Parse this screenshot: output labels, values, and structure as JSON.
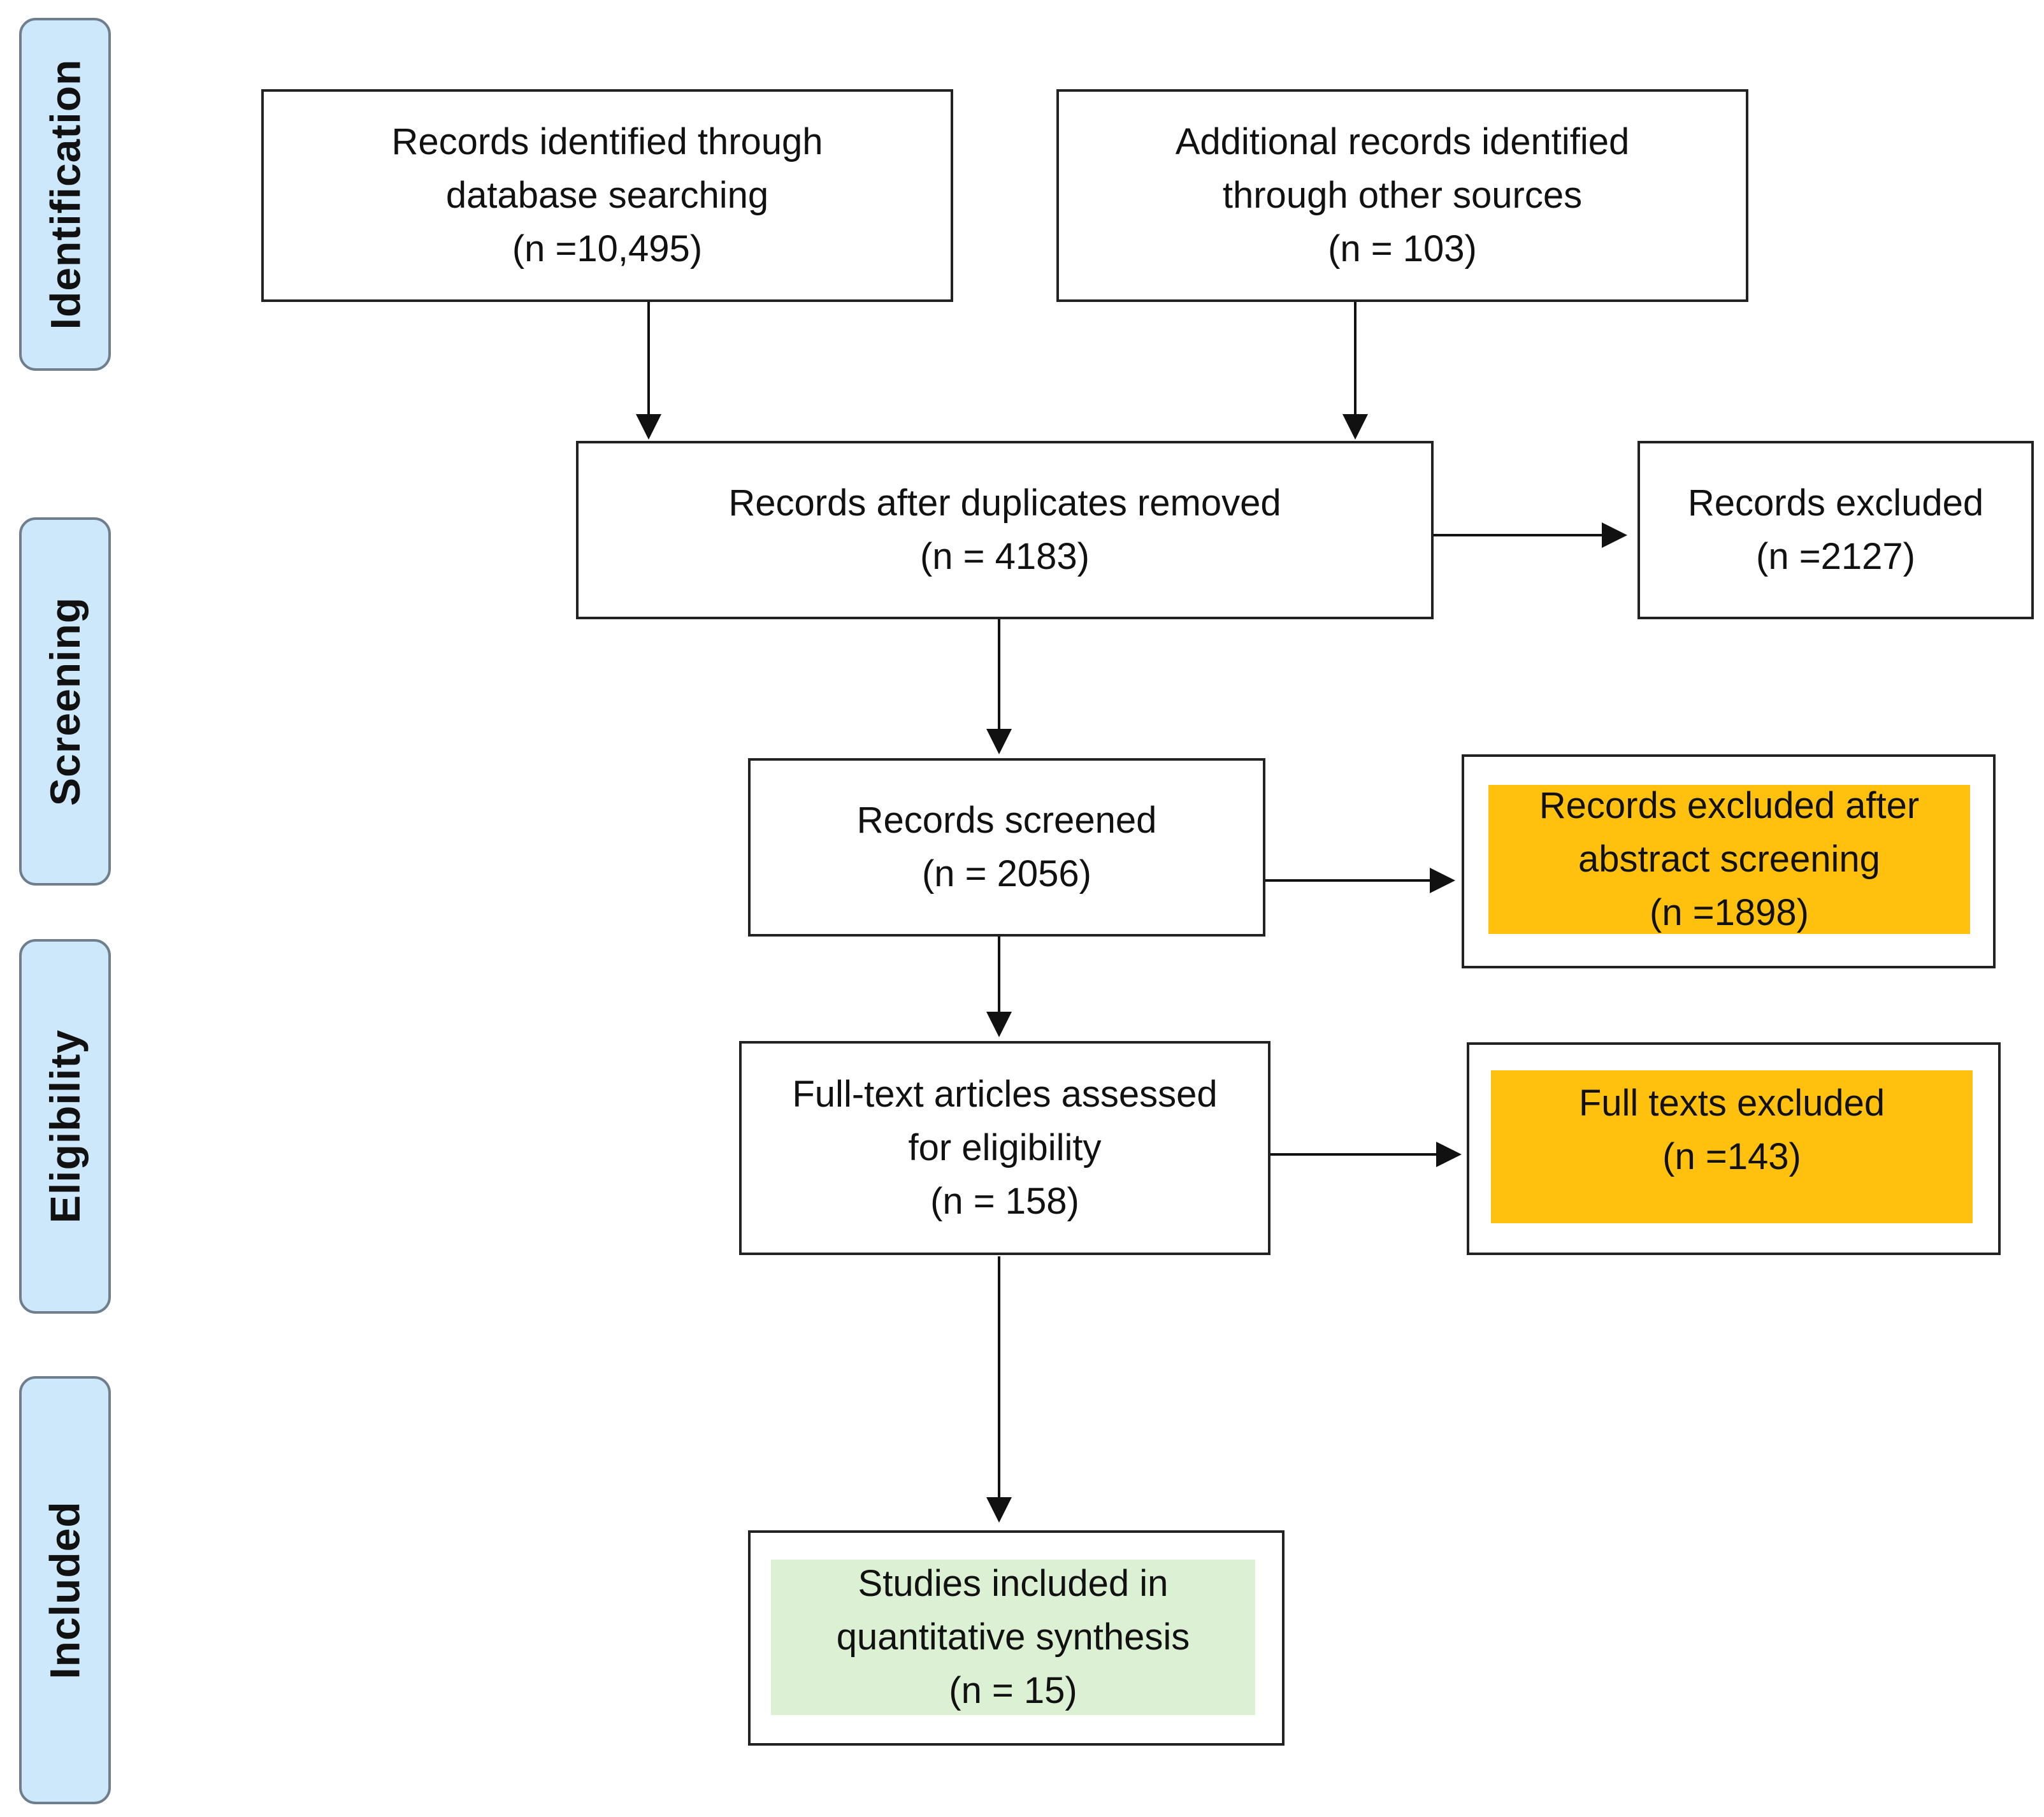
{
  "phases": {
    "identification": "Identification",
    "screening": "Screening",
    "eligibility": "Eligibility",
    "included": "Included"
  },
  "boxes": {
    "database": {
      "line1": "Records identified through",
      "line2": "database searching",
      "line3": "(n =10,495)"
    },
    "other_sources": {
      "line1": "Additional records identified",
      "line2": "through other sources",
      "line3": "(n = 103)"
    },
    "after_duplicates": {
      "line1": "Records after duplicates removed",
      "line2": "(n = 4183)"
    },
    "excluded": {
      "line1": "Records excluded",
      "line2": "(n =2127)"
    },
    "screened": {
      "line1": "Records screened",
      "line2": "(n = 2056)"
    },
    "excluded_abstract": {
      "line1": "Records excluded after",
      "line2": "abstract screening",
      "line3": "(n =1898)"
    },
    "full_text_assessed": {
      "line1": "Full-text articles assessed",
      "line2": "for eligibility",
      "line3": "(n = 158)"
    },
    "full_text_excluded": {
      "line1": "Full texts excluded",
      "line2": "(n =143)"
    },
    "included_studies": {
      "line1": "Studies included in",
      "line2": "quantitative synthesis",
      "line3": "(n = 15)"
    }
  },
  "colors": {
    "phase_fill": "#cde8fb",
    "excluded_highlight": "#ffc10e",
    "included_highlight": "#dcf0d4"
  }
}
